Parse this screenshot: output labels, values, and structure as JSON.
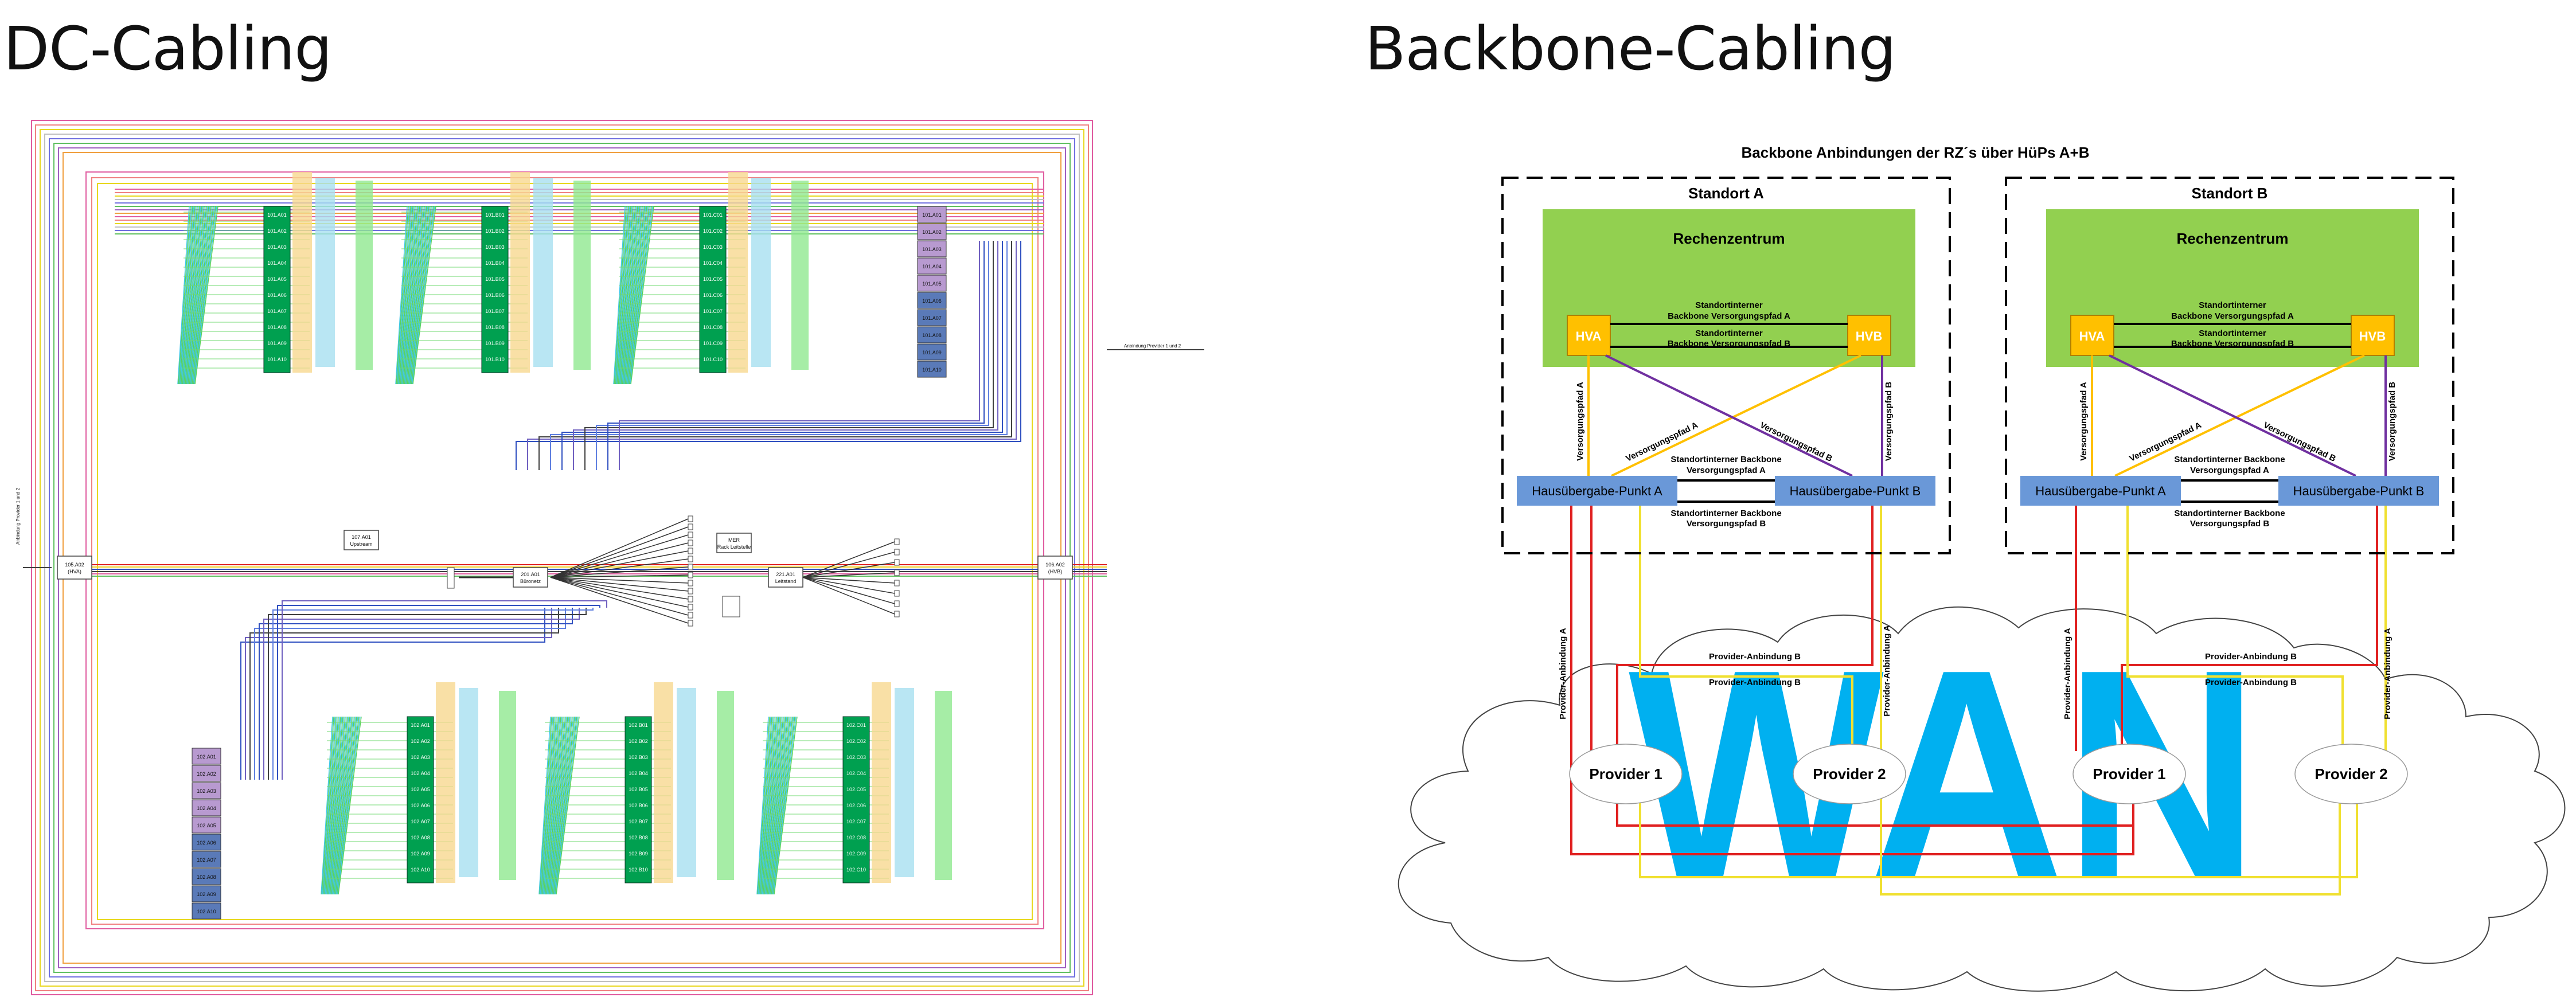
{
  "titles": {
    "dc": "DC-Cabling",
    "backbone": "Backbone-Cabling"
  },
  "dc": {
    "rack_columns": [
      {
        "labels": [
          "101.A01",
          "101.A02",
          "101.A03",
          "101.A04",
          "101.A05",
          "101.A06",
          "101.A07",
          "101.A08",
          "101.A09",
          "101.A10"
        ]
      },
      {
        "labels": [
          "101.B01",
          "101.B02",
          "101.B03",
          "101.B04",
          "101.B05",
          "101.B06",
          "101.B07",
          "101.B08",
          "101.B09",
          "101.B10"
        ]
      },
      {
        "labels": [
          "101.C01",
          "101.C02",
          "101.C03",
          "101.C04",
          "101.C05",
          "101.C06",
          "101.C07",
          "101.C08",
          "101.C09",
          "101.C10"
        ]
      },
      {
        "labels": [
          "102.A01",
          "102.A02",
          "102.A03",
          "102.A04",
          "102.A05",
          "102.A06",
          "102.A07",
          "102.A08",
          "102.A09",
          "102.A10"
        ]
      },
      {
        "labels": [
          "102.B01",
          "102.B02",
          "102.B03",
          "102.B04",
          "102.B05",
          "102.B06",
          "102.B07",
          "102.B08",
          "102.B09",
          "102.B10"
        ]
      },
      {
        "labels": [
          "102.C01",
          "102.C02",
          "102.C03",
          "102.C04",
          "102.C05",
          "102.C06",
          "102.C07",
          "102.C08",
          "102.C09",
          "102.C10"
        ]
      }
    ],
    "aggregation_top": [
      "101.A01",
      "101.A02",
      "101.A03",
      "101.A04",
      "101.A05",
      "101.A06",
      "101.A07",
      "101.A08",
      "101.A09",
      "101.A10"
    ],
    "aggregation_bottom": [
      "102.A01",
      "102.A02",
      "102.A03",
      "102.A04",
      "102.A05",
      "102.A06",
      "102.A07",
      "102.A08",
      "102.A09",
      "102.A10"
    ],
    "nodes": {
      "left_hup": "105.A02 (HVA)",
      "right_hup": "106.A02 (HVB)",
      "upstream": "107.A01 Upstream",
      "buero": "201.A01 Büronetz",
      "mer_rack": "MER Rack Leitstelle",
      "leitstand": "221.A01 Leitstand"
    },
    "provider_left": "Anbindung Provider 1 und 2",
    "provider_right": "Anbindung Provider 1 und 2"
  },
  "backbone": {
    "title": "Backbone Anbindungen der RZ´s über HüPs A+B",
    "sites": [
      {
        "name": "Standort A",
        "rz": "Rechenzentrum",
        "hva": "HVA",
        "hvb": "HVB",
        "rz_path_a": [
          "Standortinterner",
          "Backbone Versorgungspfad A"
        ],
        "rz_path_b": [
          "Standortinterner",
          "Backbone Versorgungspfad B"
        ],
        "hup_a": "Hausübergabe-Punkt A",
        "hup_b": "Hausübergabe-Punkt B",
        "hup_path_a": [
          "Standortinterner Backbone",
          "Versorgungspfad A"
        ],
        "hup_path_b": [
          "Standortinterner Backbone",
          "Versorgungspfad B"
        ],
        "vert_a": "Versorgungspfad A",
        "vert_b": "Versorgungspfad B",
        "diag_a": "Versorgungspfad A",
        "diag_b": "Versorgungspfad B"
      },
      {
        "name": "Standort B",
        "rz": "Rechenzentrum",
        "hva": "HVA",
        "hvb": "HVB",
        "rz_path_a": [
          "Standortinterner",
          "Backbone Versorgungspfad A"
        ],
        "rz_path_b": [
          "Standortinterner",
          "Backbone Versorgungspfad B"
        ],
        "hup_a": "Hausübergabe-Punkt A",
        "hup_b": "Hausübergabe-Punkt B",
        "hup_path_a": [
          "Standortinterner Backbone",
          "Versorgungspfad A"
        ],
        "hup_path_b": [
          "Standortinterner Backbone",
          "Versorgungspfad B"
        ],
        "vert_a": "Versorgungspfad A",
        "vert_b": "Versorgungspfad B",
        "diag_a": "Versorgungspfad A",
        "diag_b": "Versorgungspfad B"
      }
    ],
    "wan": "WAN",
    "providers": [
      "Provider 1",
      "Provider 2",
      "Provider 1",
      "Provider 2"
    ],
    "provider_links": {
      "a_left": "Provider-Anbindung A",
      "b_left_1": "Provider-Anbindung B",
      "b_left_2": "Provider-Anbindung B",
      "a_mid": "Provider-Anbindung A",
      "a_right_1": "Provider-Anbindung A",
      "b_right_1": "Provider-Anbindung B",
      "b_right_2": "Provider-Anbindung B",
      "a_right_2": "Provider-Anbindung A"
    },
    "colors": {
      "rz": "#92d050",
      "hv": "#ffc000",
      "hup": "#6a98d8",
      "wan": "#00b0f0",
      "path_a": "#e02020",
      "path_b": "#f0e030",
      "purple": "#7030a0",
      "orange": "#ffc000"
    }
  }
}
